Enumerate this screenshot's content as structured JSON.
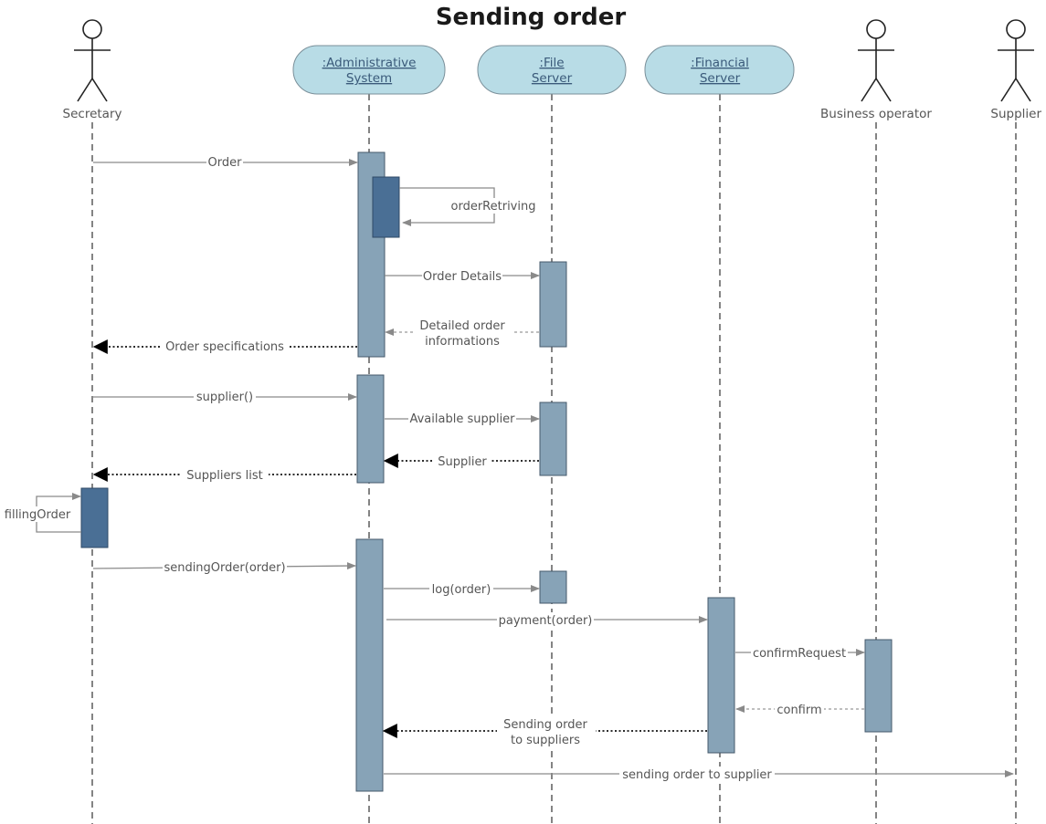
{
  "title": "Sending order",
  "actors": {
    "secretary": "Secretary",
    "business_operator": "Business operator",
    "supplier": "Supplier"
  },
  "objects": {
    "admin": [
      ":Administrative",
      "System"
    ],
    "file": [
      ":File",
      "Server"
    ],
    "financial": [
      ":Financial",
      "Server"
    ]
  },
  "messages": {
    "order": "Order",
    "order_retriving": "orderRetriving",
    "order_details": "Order Details",
    "detailed_info": [
      "Detailed order",
      "informations"
    ],
    "order_specifications": "Order specifications",
    "supplier_call": "supplier()",
    "available_supplier": "Available supplier",
    "supplier_return": "Supplier",
    "suppliers_list": "Suppliers list",
    "filling_order": "fillingOrder",
    "sending_order": "sendingOrder(order)",
    "log_order": "log(order)",
    "payment_order": "payment(order)",
    "confirm_request": "confirmRequest",
    "confirm": "confirm",
    "sending_to_suppliers": [
      "Sending order",
      "to suppliers"
    ],
    "sending_to_supplier": "sending order to supplier"
  },
  "colors": {
    "object_fill": "#b8dce6",
    "activation": "#87a3b7",
    "activation_dark": "#4a6f95"
  }
}
